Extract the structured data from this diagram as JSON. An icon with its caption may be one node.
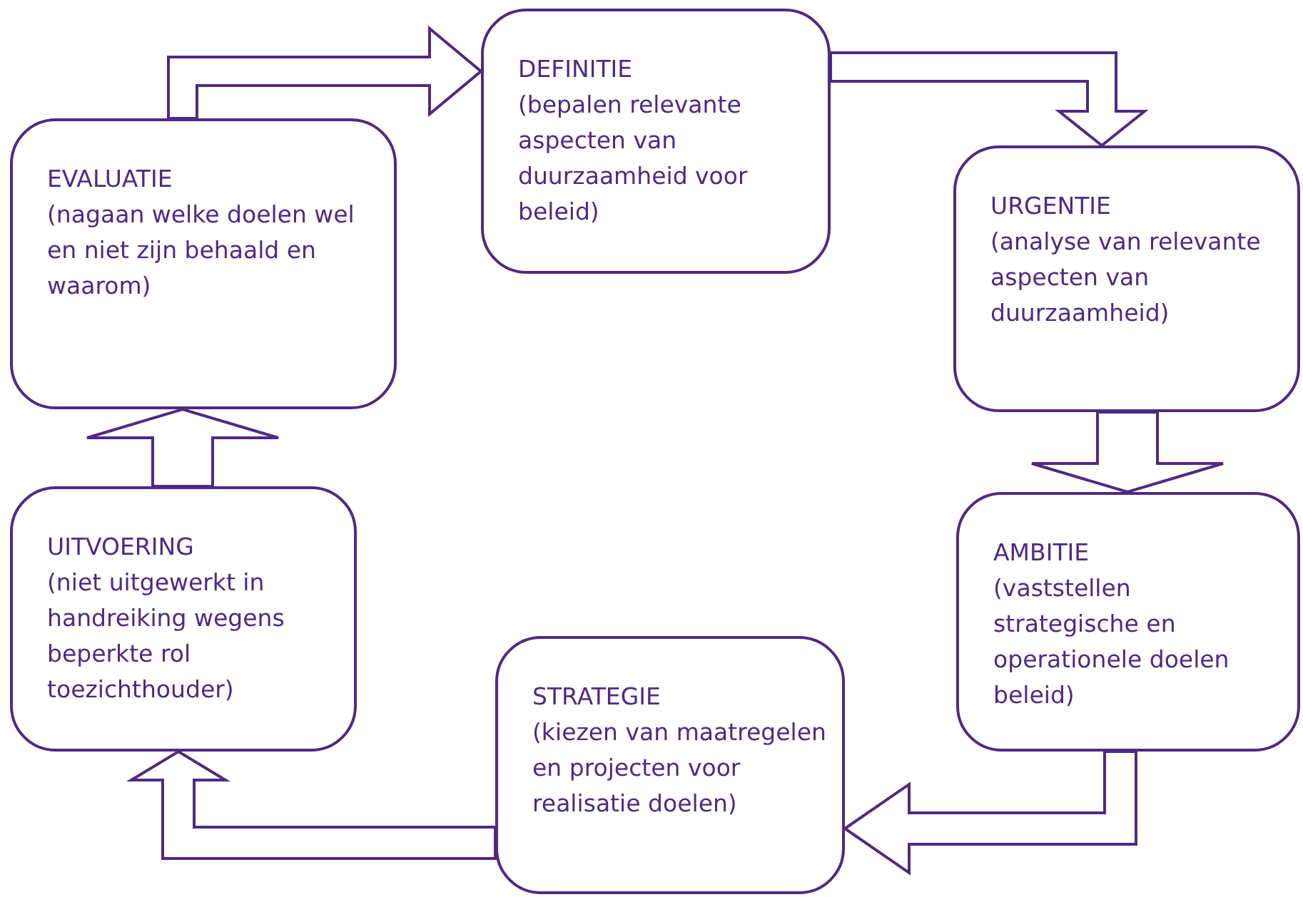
{
  "diagram": {
    "nodes": [
      {
        "text": [
          "DEFINITIE",
          "(bepalen relevante aspecten van duurzaamheid voor beleid)"
        ]
      },
      {
        "text": [
          "URGENTIE",
          "(analyse van relevante aspecten van duurzaamheid)"
        ]
      },
      {
        "text": [
          "AMBITIE",
          "(vaststellen strategische en operationele doelen beleid)"
        ]
      },
      {
        "text": [
          "STRATEGIE",
          "(kiezen van maatregelen en projecten voor realisatie doelen)"
        ]
      },
      {
        "text": [
          "UITVOERING",
          "(niet uitgewerkt in handreiking wegens beperkte rol toezichthouder)"
        ]
      },
      {
        "text": [
          "EVALUATIE",
          "(nagaan welke doelen wel en niet zijn behaald en waarom)"
        ]
      }
    ],
    "edges": [
      {
        "from": 5,
        "to": 0,
        "arrow": "to"
      },
      {
        "from": 0,
        "to": 1,
        "arrow": "to"
      },
      {
        "from": 1,
        "to": 2,
        "arrow": "to"
      },
      {
        "from": 2,
        "to": 3,
        "arrow": "to"
      },
      {
        "from": 3,
        "to": 4,
        "arrow": "to"
      },
      {
        "from": 4,
        "to": 5,
        "arrow": "to"
      }
    ]
  }
}
